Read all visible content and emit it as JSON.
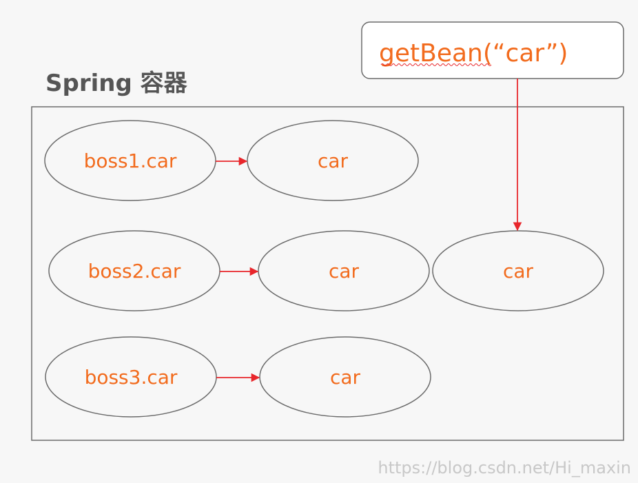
{
  "diagram": {
    "title": "Spring 容器",
    "call_box": {
      "label": "getBean(“car”)"
    },
    "nodes": {
      "boss1": "boss1.car",
      "boss2": "boss2.car",
      "boss3": "boss3.car",
      "car_row1": "car",
      "car_row2": "car",
      "car_row3": "car",
      "car_shared": "car"
    },
    "colors": {
      "text_accent": "#f26b1d",
      "arrow": "#e8262b",
      "outline": "#6b6b6b",
      "background": "#f7f7f7"
    }
  },
  "watermark": "https://blog.csdn.net/Hi_maxin"
}
